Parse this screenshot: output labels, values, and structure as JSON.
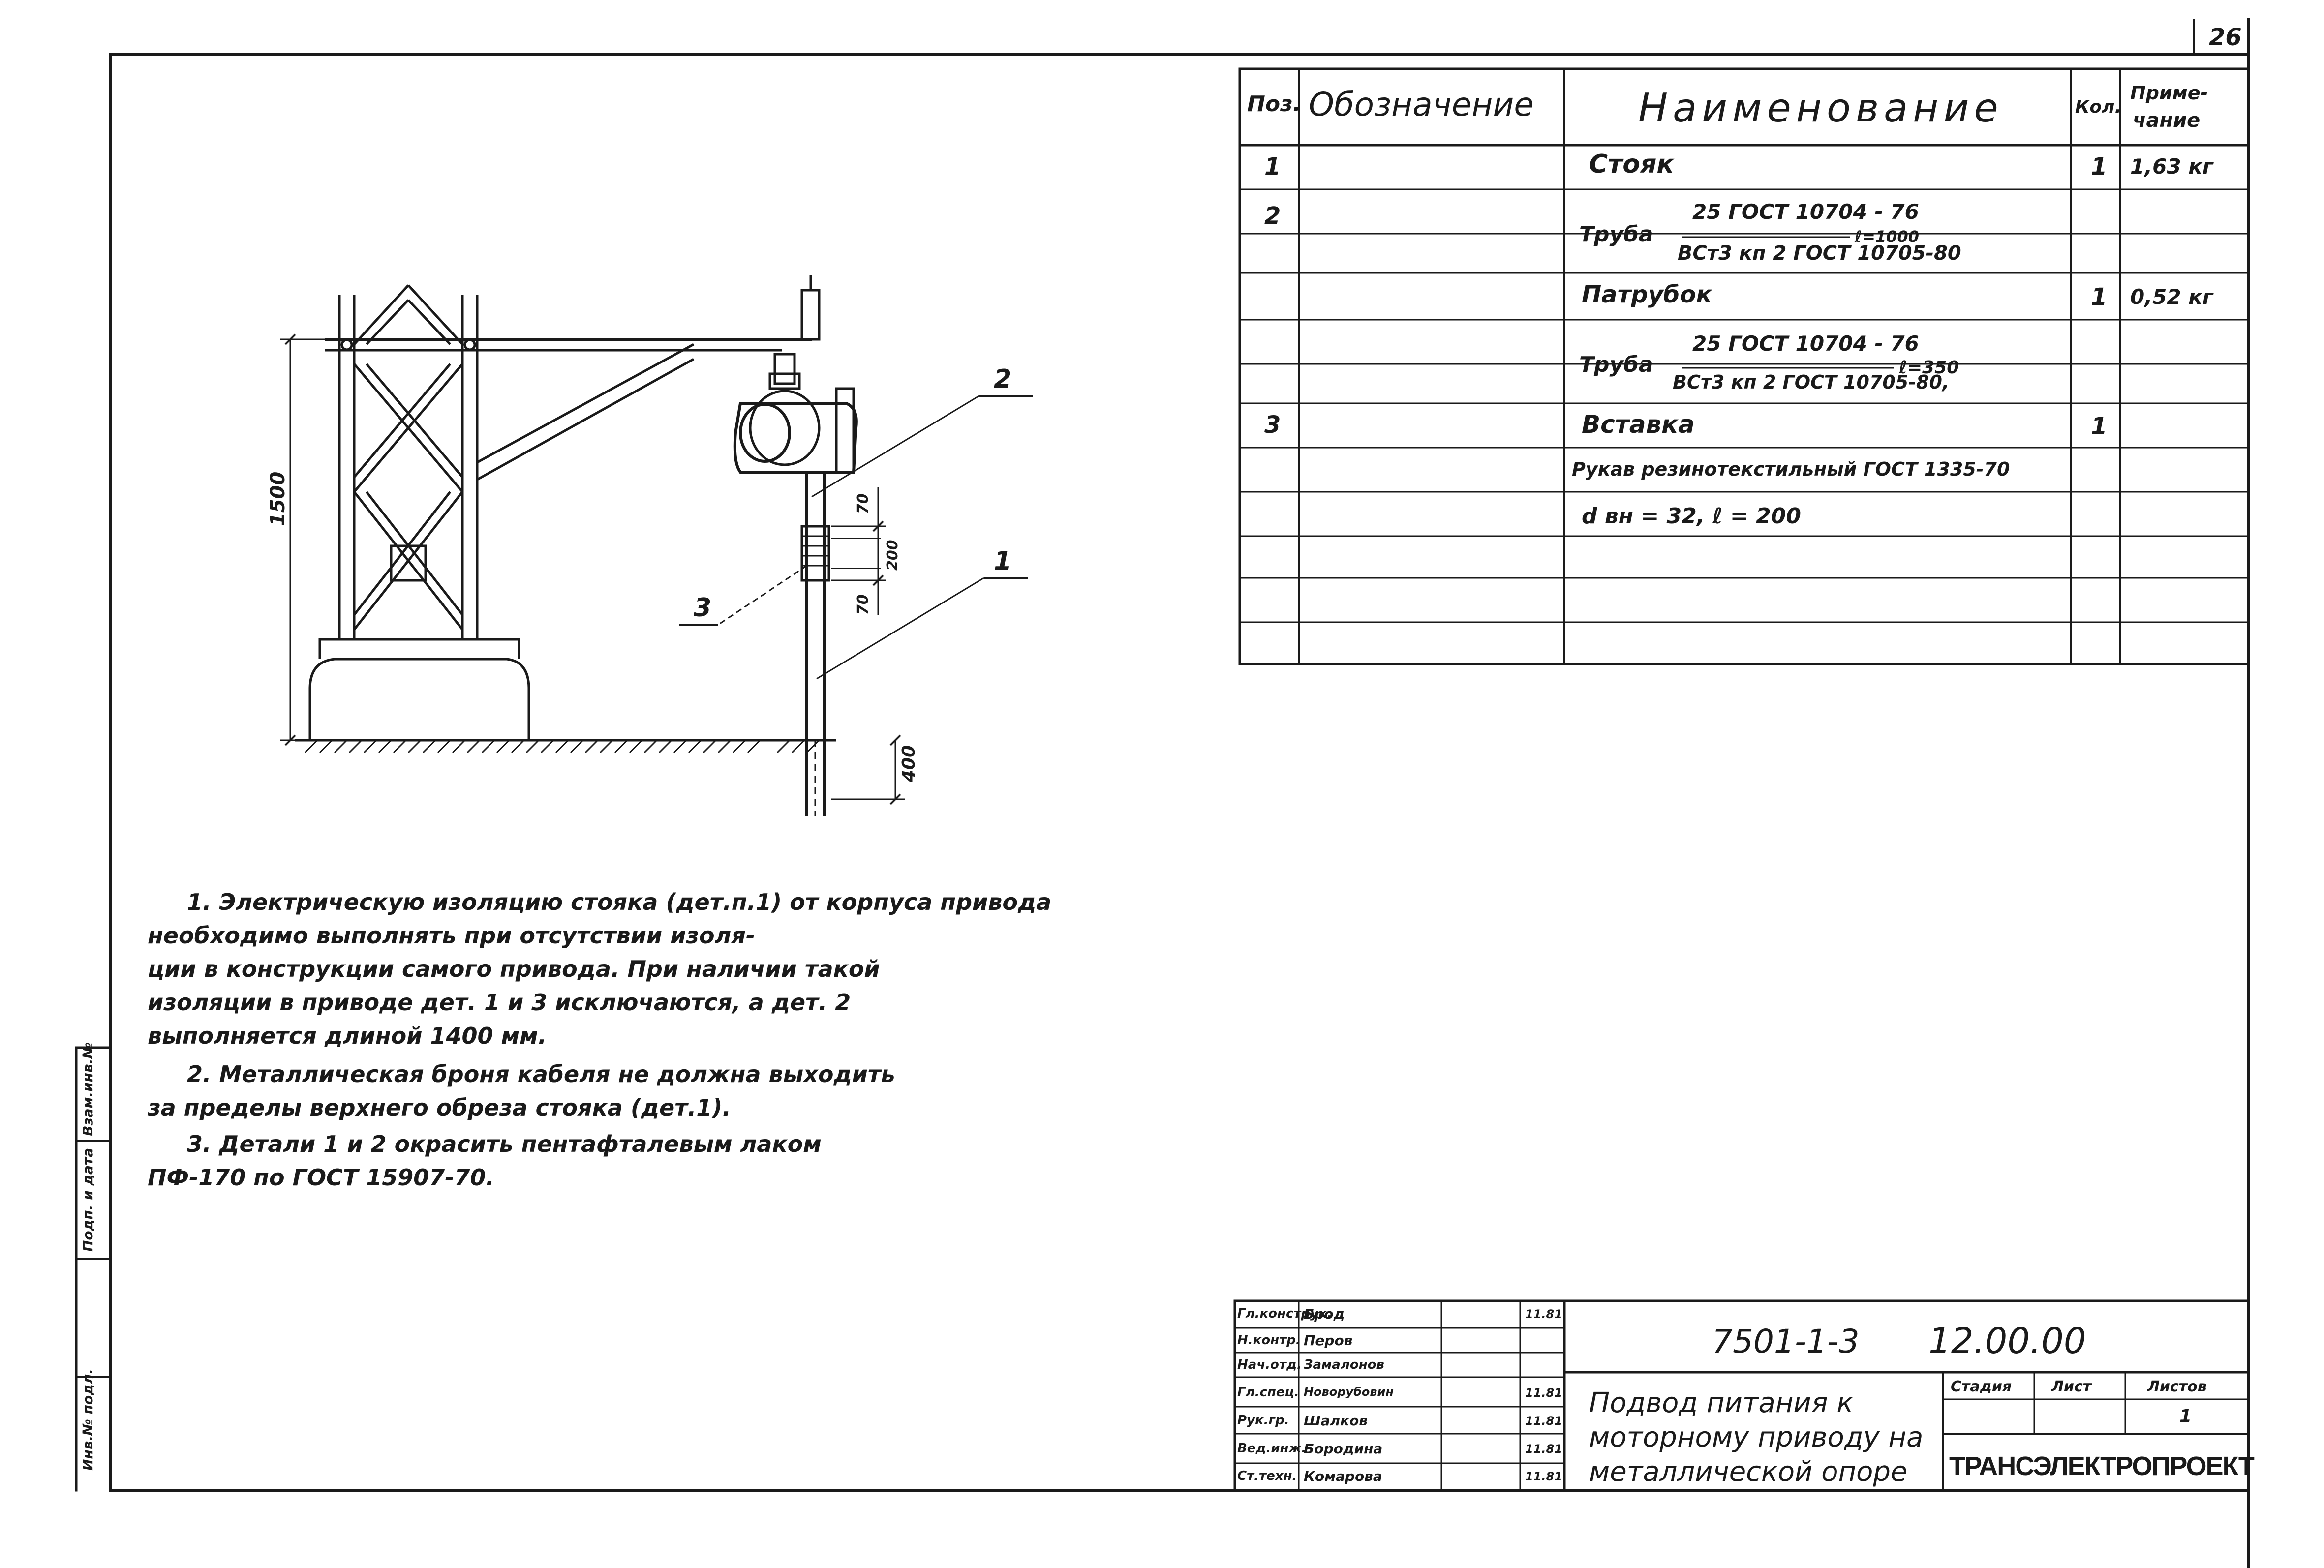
{
  "sheet": {
    "page_number": "26"
  },
  "spec_table": {
    "headers": {
      "pos": "Поз.",
      "designation": "Обозначение",
      "name": "Наименование",
      "qty": "Кол.",
      "note_line1": "Приме-",
      "note_line2": "чание"
    },
    "rows": [
      {
        "pos": "1",
        "name": "Стояк",
        "qty": "1",
        "note": "1,63 кг"
      },
      {
        "pos": "2",
        "pipe_prefix": "Труба",
        "frac_top": "25 ГОСТ 10704 - 76",
        "frac_bottom": "ВСт3 кп 2 ГОСТ 10705-80",
        "length": "ℓ=1000"
      },
      {
        "name": "Патрубок",
        "qty": "1",
        "note": "0,52 кг"
      },
      {
        "pipe_prefix": "Труба",
        "frac_top": "25 ГОСТ 10704 - 76",
        "frac_bottom": "ВСт3 кп 2 ГОСТ 10705-80,",
        "length": "ℓ=350"
      },
      {
        "pos": "3",
        "name": "Вставка",
        "qty": "1"
      },
      {
        "name": "Рукав резинотекстильный ГОСТ 1335-70"
      },
      {
        "name": "d вн = 32,  ℓ = 200"
      }
    ]
  },
  "drawing": {
    "dim_height": "1500",
    "dim_top": "70",
    "dim_mid": "200",
    "dim_bottom": "70",
    "dim_depth": "400",
    "callout_1": "1",
    "callout_2": "2",
    "callout_3": "3"
  },
  "notes": [
    "1. Электрическую изоляцию стояка (дет.п.1) от корпуса привода необходимо выполнять при отсутствии изоля-",
    "ции в конструкции самого привода. При наличии такой",
    "изоляции в приводе дет. 1 и 3 исключаются, а дет. 2",
    "выполняется длиной 1400 мм.",
    "2. Металлическая броня кабеля не должна выходить",
    "за пределы верхнего обреза стояка (дет.1).",
    "3. Детали 1 и 2 окрасить пентафталевым лаком",
    "ПФ-170 по ГОСТ 15907-70."
  ],
  "title_block": {
    "signatures": [
      {
        "role": "Гл.конструк.",
        "name": "Брод",
        "date": "11.81"
      },
      {
        "role": "Н.контр.",
        "name": "Перов",
        "date": ""
      },
      {
        "role": "Нач.отд.",
        "name": "Замалонов",
        "date": ""
      },
      {
        "role": "Гл.спец.",
        "name": "Новорубовин",
        "date": "11.81"
      },
      {
        "role": "Рук.гр.",
        "name": "Шалков",
        "date": "11.81"
      },
      {
        "role": "Вед.инж.",
        "name": "Бородина",
        "date": "11.81"
      },
      {
        "role": "Ст.техн.",
        "name": "Комарова",
        "date": "11.81"
      }
    ],
    "doc_code": "7501-1-3",
    "doc_number": "12.00.00",
    "title_line1": "Подвод питания к",
    "title_line2": "моторному приводу на",
    "title_line3": "металлической опоре",
    "stage_label": "Стадия",
    "sheet_label": "Лист",
    "sheets_label": "Листов",
    "sheets_value": "1",
    "organization": "ТРАНСЭЛЕКТРОПРОЕКТ"
  },
  "side_stamp": {
    "field1": "Взам.инв.№",
    "field2": "Подп. и дата",
    "field3": "Инв.№ подл."
  }
}
